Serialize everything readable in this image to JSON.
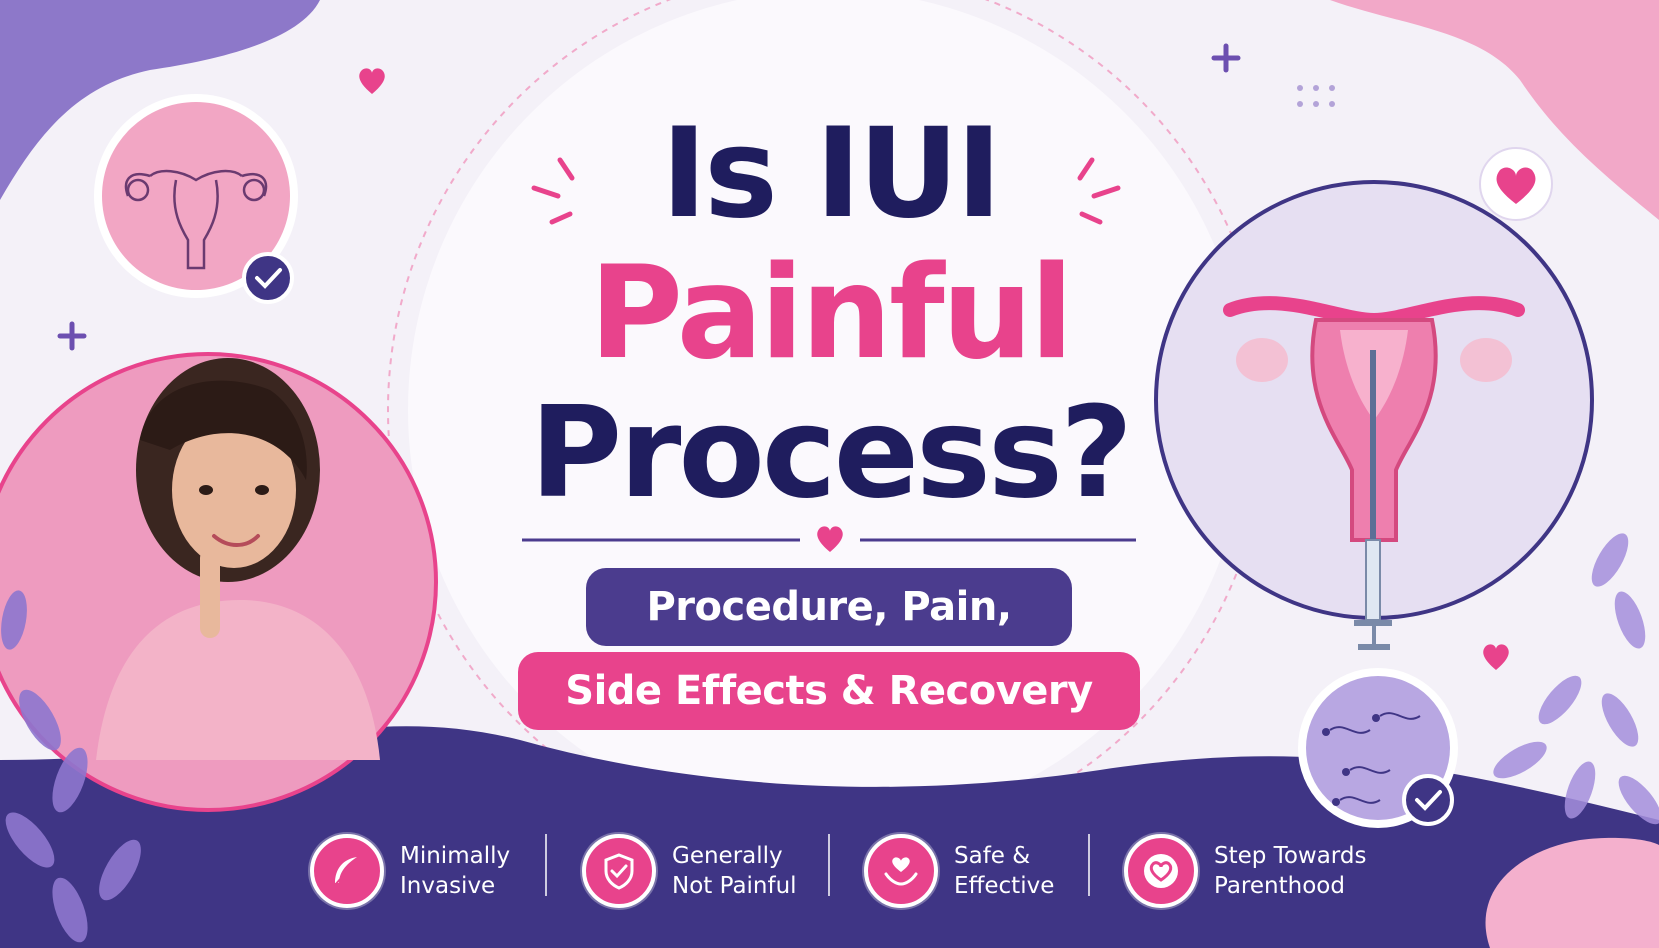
{
  "title": {
    "line1": "Is IUI",
    "line2": "Painful",
    "line3": "Process?"
  },
  "subtitle": {
    "line1": "Procedure, Pain,",
    "line2": "Side Effects & Recovery"
  },
  "features": [
    {
      "line1": "Minimally",
      "line2": "Invasive",
      "icon": "feather-icon"
    },
    {
      "line1": "Generally",
      "line2": "Not Painful",
      "icon": "shield-check-icon"
    },
    {
      "line1": "Safe &",
      "line2": "Effective",
      "icon": "heart-hands-icon"
    },
    {
      "line1": "Step Towards",
      "line2": "Parenthood",
      "icon": "heart-circle-icon"
    }
  ],
  "colors": {
    "navy": "#1f1d5e",
    "pink": "#e8438c",
    "purple": "#4b3c8e",
    "band": "#3f3585",
    "lavender": "#b9a6e4"
  }
}
